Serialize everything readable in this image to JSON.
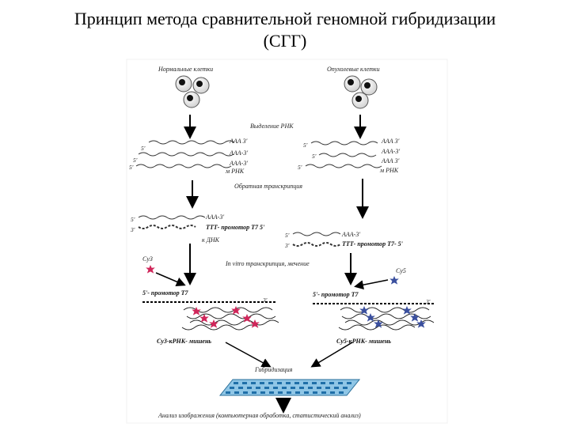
{
  "title": {
    "line1": "Принцип метода сравнительной геномной гибридизации",
    "line2": "(СГГ)"
  },
  "diagram": {
    "left_cells": "Нормальные клетки",
    "right_cells": "Опухолевые клетки",
    "rna_isolation": "Выделение РНК",
    "reverse_transcription": "Обратная транскрипция",
    "in_vitro": "In vitro транскрипция, мечение",
    "hybridization": "Гибридизация",
    "analysis": "Анализ изображения (компьютерная обработка, статистический анализ)",
    "end3": "3'",
    "end5": "5'",
    "aaa3": "ААА 3'",
    "aaa3b": "ААА-3'",
    "mrna": "м РНК",
    "ttt_promoter_left": "ТТТ- промотор Т7  5'",
    "cdna": "к ДНК",
    "ttt_promoter_right": "ТТТ- промотор Т7- 5'",
    "cy3": "Cy3",
    "cy5": "Cy5",
    "promoter_left": "5'- промотор Т7",
    "promoter_right": "5'- промотор Т7",
    "cy3_target": "Cy3-кРНК- мишень",
    "cy5_target": "Cy5-кРНК- мишень"
  },
  "colors": {
    "cy3": "#d0265a",
    "cy5": "#3a4f9e",
    "array": "#5aa7d6"
  }
}
